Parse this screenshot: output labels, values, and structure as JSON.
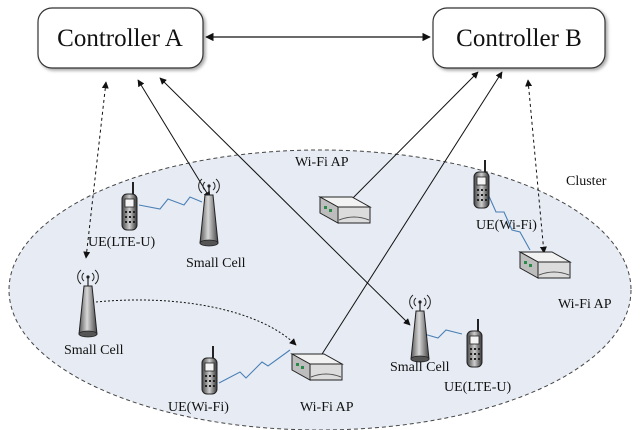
{
  "controllers": {
    "a": {
      "label": "Controller A"
    },
    "b": {
      "label": "Controller B"
    }
  },
  "cluster": {
    "label": "Cluster"
  },
  "nodes": {
    "ue_lte_u_left": {
      "label": "UE(LTE-U)"
    },
    "small_cell_top": {
      "label": "Small Cell"
    },
    "small_cell_left": {
      "label": "Small Cell"
    },
    "ue_wifi_bottom": {
      "label": "UE(Wi-Fi)"
    },
    "wifi_ap_bottom": {
      "label": "Wi-Fi AP"
    },
    "wifi_ap_top": {
      "label": "Wi-Fi AP"
    },
    "ue_wifi_right": {
      "label": "UE(Wi-Fi)"
    },
    "wifi_ap_right": {
      "label": "Wi-Fi AP"
    },
    "small_cell_right": {
      "label": "Small Cell"
    },
    "ue_lte_u_right": {
      "label": "UE(LTE-U)"
    }
  },
  "colors": {
    "cluster_fill": "#e7ecf4",
    "ap_fill": "#e6e6e6",
    "line": "#111111"
  }
}
